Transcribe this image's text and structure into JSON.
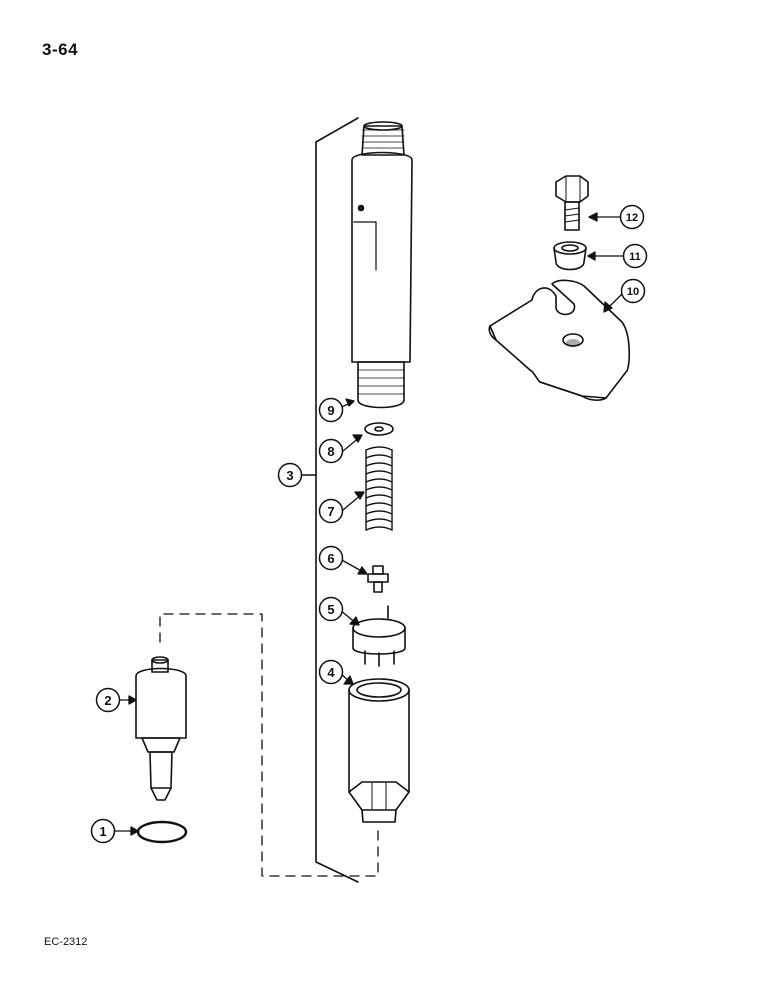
{
  "page_number": "3-64",
  "figure_code": "EC-2312",
  "callouts": [
    {
      "id": "c1",
      "label": "1"
    },
    {
      "id": "c2",
      "label": "2"
    },
    {
      "id": "c3",
      "label": "3"
    },
    {
      "id": "c4",
      "label": "4"
    },
    {
      "id": "c5",
      "label": "5"
    },
    {
      "id": "c6",
      "label": "6"
    },
    {
      "id": "c7",
      "label": "7"
    },
    {
      "id": "c8",
      "label": "8"
    },
    {
      "id": "c9",
      "label": "9"
    },
    {
      "id": "c10",
      "label": "10"
    },
    {
      "id": "c11",
      "label": "11"
    },
    {
      "id": "c12",
      "label": "12"
    }
  ]
}
